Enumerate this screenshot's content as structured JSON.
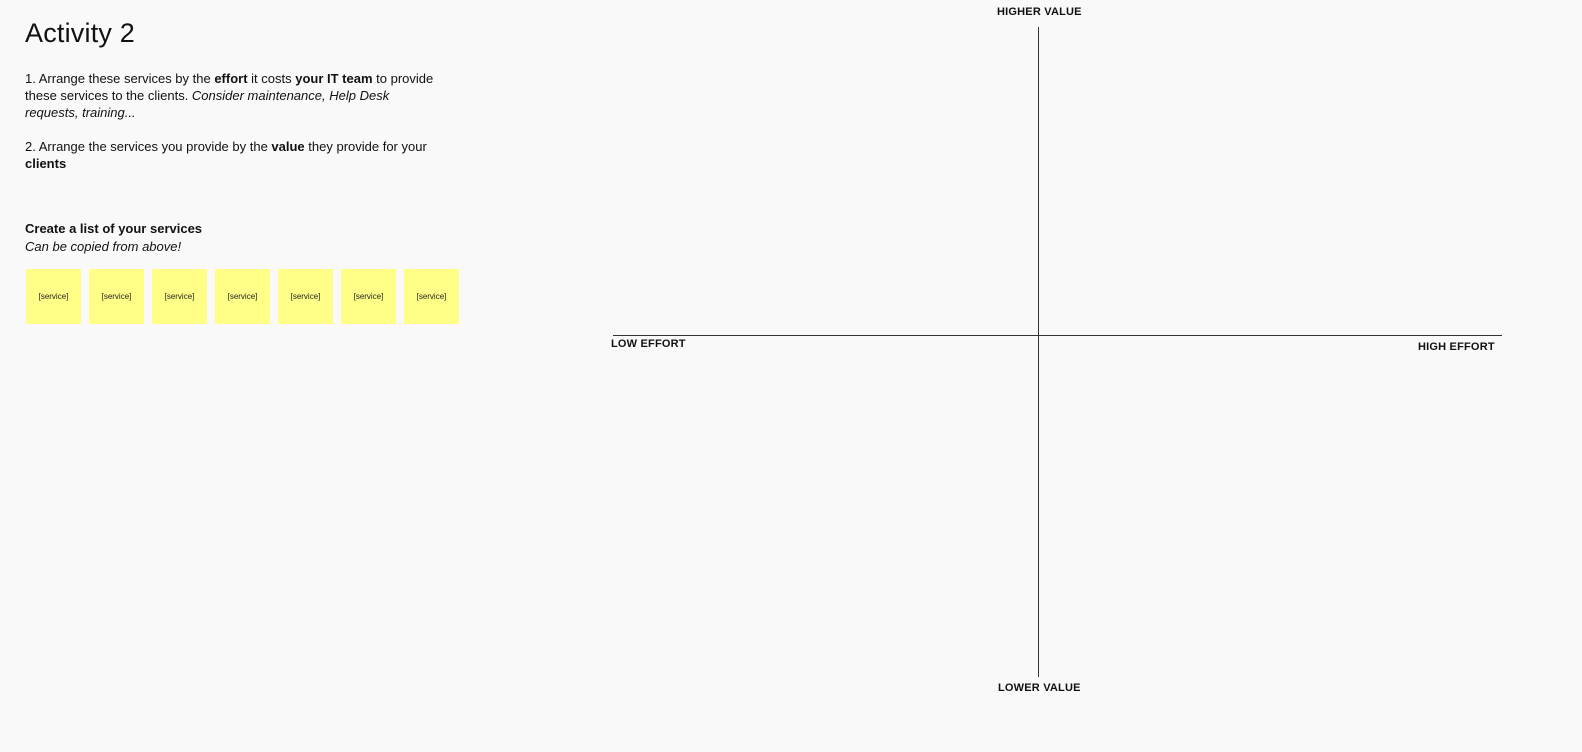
{
  "activity": {
    "title": "Activity 2"
  },
  "instructions": {
    "step1": {
      "prefix": "1. Arrange these services by the ",
      "bold1": "effort",
      "middle": " it costs ",
      "bold2": "your IT team",
      "suffix": " to provide these services to the clients. ",
      "italic": "Consider maintenance, Help Desk requests, training..."
    },
    "step2": {
      "prefix": "2. Arrange the services you provide by the ",
      "bold1": "value",
      "middle": " they provide for your ",
      "bold2": "clients"
    }
  },
  "service_list": {
    "heading": "Create a list of your services",
    "subheading": "Can be copied from above!",
    "stickies": [
      {
        "label": "[service]"
      },
      {
        "label": "[service]"
      },
      {
        "label": "[service]"
      },
      {
        "label": "[service]"
      },
      {
        "label": "[service]"
      },
      {
        "label": "[service]"
      },
      {
        "label": "[service]"
      }
    ],
    "sticky_color": "#fffe87"
  },
  "matrix": {
    "top_label": "HIGHER VALUE",
    "bottom_label": "LOWER VALUE",
    "left_label": "LOW EFFORT",
    "right_label": "HIGH EFFORT"
  }
}
